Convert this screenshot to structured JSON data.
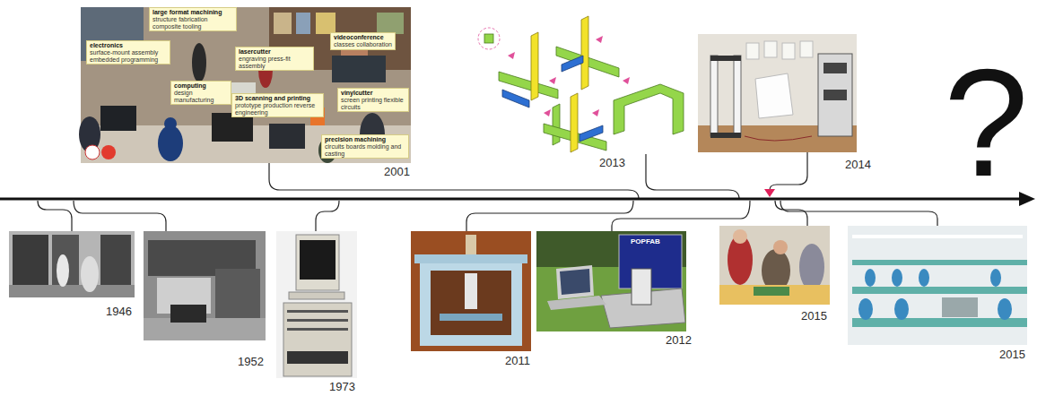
{
  "diagram": {
    "nodes": [
      {
        "text": [
          "2001"
        ]
      },
      {
        "text": [
          "large format machining",
          "structure fabrication composite tooling"
        ],
        "in": 0
      },
      {
        "text": [
          "electronics",
          "surface-mount assembly embedded programming"
        ],
        "in": 0
      },
      {
        "text": [
          "lasercutter",
          "engraving press-fit assembly"
        ],
        "in": 0
      },
      {
        "text": [
          "videoconference",
          "classes collaboration"
        ],
        "in": 0
      },
      {
        "text": [
          "computing",
          "design manufacturing"
        ],
        "in": 0
      },
      {
        "text": [
          "3D scanning and printing",
          "prototype production reverse engineering"
        ],
        "in": 0
      },
      {
        "text": [
          "vinylcutter",
          "screen printing flexible circuits"
        ],
        "in": 0
      },
      {
        "text": [
          "precision machining",
          "circuits boards molding and casting"
        ],
        "in": 0
      },
      {
        "text": [
          "2013"
        ]
      },
      {
        "text": [
          "2014"
        ]
      },
      {
        "text": [
          "1946"
        ]
      },
      {
        "text": [
          "1952"
        ]
      },
      {
        "text": [
          "1973"
        ]
      },
      {
        "text": [
          "2011"
        ]
      },
      {
        "text": [
          "2012"
        ]
      },
      {
        "text": [
          "2015"
        ]
      },
      {
        "text": [
          "2015"
        ]
      }
    ],
    "labels": [
      "?",
      "POPFAB"
    ]
  }
}
